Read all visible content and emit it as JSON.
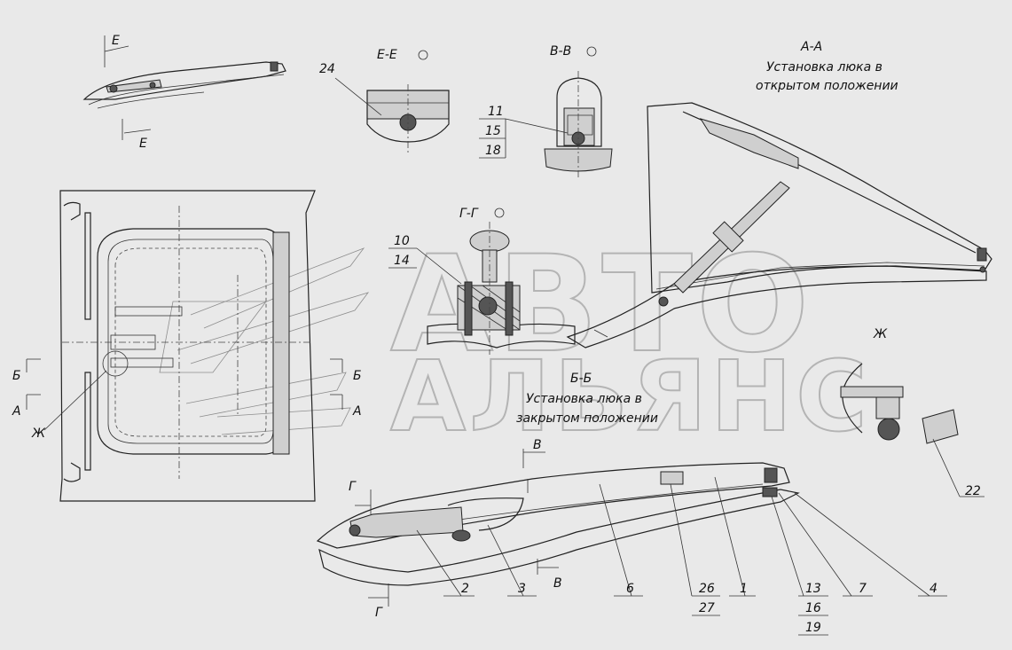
{
  "watermark": {
    "line1": "АВТО",
    "line2": "АЛЬЯНС"
  },
  "section_titles": {
    "aa_title": "А-А",
    "aa_caption_1": "Установка люка в",
    "aa_caption_2": "открытом положении",
    "bb_title": "Б-Б",
    "bb_caption_1": "Установка люка в",
    "bb_caption_2": "закрытом положении",
    "ee_title": "Е-Е",
    "vv_title": "В-В",
    "gg_title": "Г-Г",
    "zh_detail": "Ж"
  },
  "section_marks": {
    "e_top": "Е",
    "e_bottom": "Е",
    "b_left": "Б",
    "b_right": "Б",
    "a_left": "А",
    "a_right": "А",
    "zh_left": "Ж",
    "v_top": "В",
    "v_bottom": "В",
    "g_top": "Г",
    "g_bottom": "Г"
  },
  "callouts": {
    "p24": "24",
    "p11": "11",
    "p15": "15",
    "p18": "18",
    "p10": "10",
    "p14": "14",
    "p22": "22",
    "p2": "2",
    "p3": "3",
    "p6": "6",
    "p26": "26",
    "p27": "27",
    "p1": "1",
    "p13": "13",
    "p16": "16",
    "p19": "19",
    "p7": "7",
    "p4": "4"
  }
}
